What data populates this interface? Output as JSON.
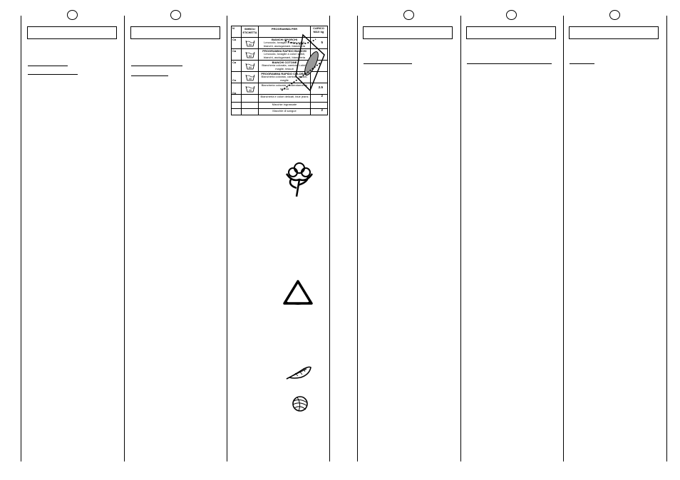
{
  "wash_table": {
    "col_headers": [
      "N",
      "SIMBOLI ETICHETTA",
      "PROGRAMMA PER",
      "CARICO MAX kg"
    ],
    "side_labels": [
      "Ca",
      "Ca",
      "Ca",
      "Co",
      "Co"
    ],
    "rows": [
      {
        "title": "BIANCHI SPORCHI",
        "desc": "Lenzuola, tovaglie a colori solidi, bianchi, asciugamani, biancheria",
        "load": "5"
      },
      {
        "title": "PROGRAMMA RAPIDO BIANCHI",
        "desc": "Lenzuola, tovaglie a colori solidi, bianchi, asciugamani, biancheria",
        "load": ""
      },
      {
        "title": "BIANCHI COTONE",
        "desc": "Biancheria colorata, camicie, t-shirt, maglie, tessuti",
        "load": ""
      },
      {
        "title": "PROGRAMMA RAPIDO COLORATI",
        "desc": "Biancheria colorata, camicie, tessuti, maglie",
        "load": ""
      },
      {
        "title": "",
        "desc": "Biancheria colorata, moderatamente sporca",
        "load": "2.5"
      },
      {
        "title": "",
        "desc": "Biancheria e colori delicati, blue jeans",
        "load": "2"
      },
      {
        "title": "",
        "desc": "Macchie ingrassate",
        "load": ""
      },
      {
        "title": "",
        "desc": "Macchie di sangue",
        "load": "2"
      }
    ],
    "wash_symbols": [
      "90",
      "60",
      "60",
      "40",
      "40"
    ]
  },
  "icons": [
    "cotton-flower-icon",
    "bleach-triangle-icon",
    "feather-icon",
    "wool-ball-icon"
  ]
}
